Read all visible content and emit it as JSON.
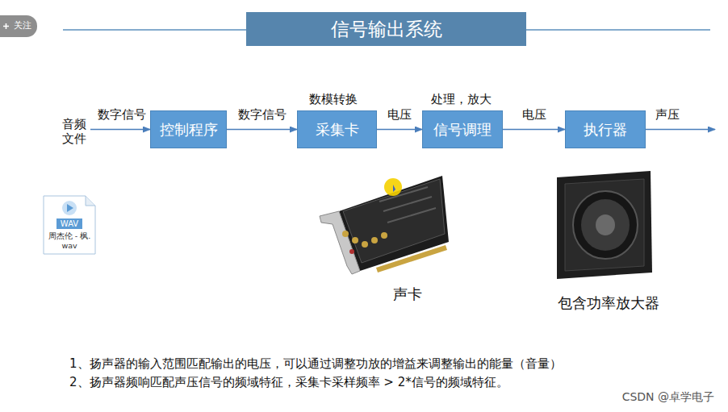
{
  "diagram": {
    "title": "信号输出系统",
    "nodes": [
      {
        "text": [
          "控制程序"
        ]
      },
      {
        "text": [
          "采集卡"
        ]
      },
      {
        "text": [
          "信号调理"
        ]
      },
      {
        "text": [
          "执行器"
        ]
      }
    ],
    "edges": [
      {
        "from": 0,
        "to": 1,
        "label": "数字信号",
        "arrow": "to"
      },
      {
        "from": 1,
        "to": 2,
        "label": "电压",
        "arrow": "to"
      },
      {
        "from": 2,
        "to": 3,
        "label": "电压",
        "arrow": "to"
      }
    ],
    "labels": [
      "关注",
      "音频 文件",
      "数字信号",
      "数模转换",
      "处理，放大",
      "声压",
      "WAV",
      "周杰伦 - 枫.",
      "wav",
      "声卡",
      "包含功率放大器",
      "1、扬声器的输入范围匹配输出的电压，可以通过调整功放的增益来调整输出的能量（音量）",
      "2、扬声器频响匹配声压信号的频域特征，采集卡采样频率 > 2*信号的频域特征。",
      "CSDN @卓学电子"
    ]
  }
}
